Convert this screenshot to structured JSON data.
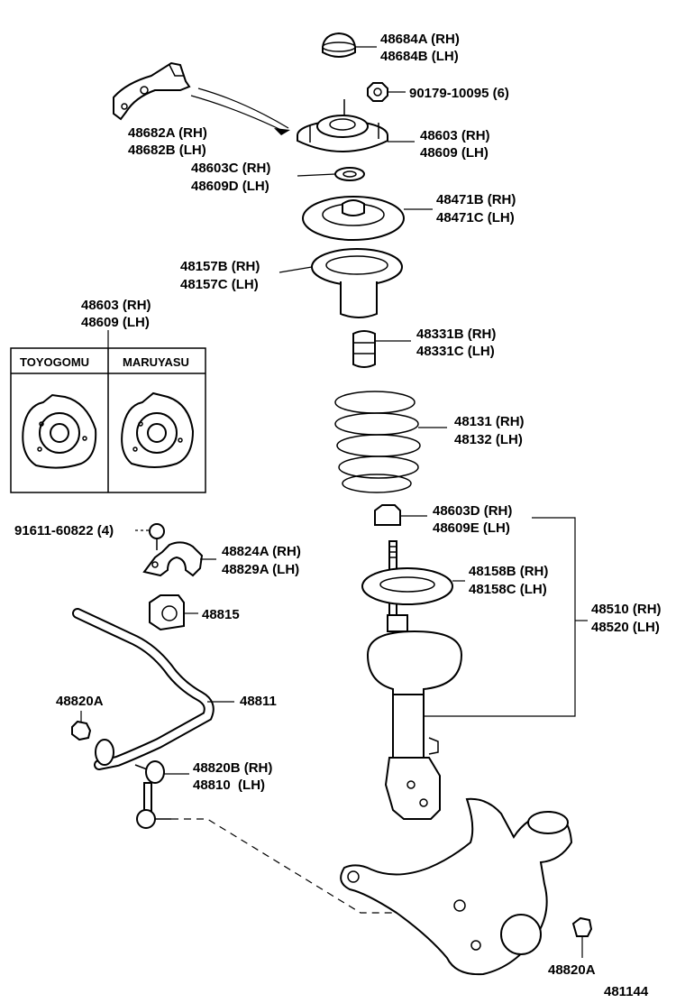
{
  "labels": {
    "mount_cap_rh": "48684A (RH)",
    "mount_cap_lh": "48684B (LH)",
    "nut": "90179-10095 (6)",
    "bracket_rh": "48682A (RH)",
    "bracket_lh": "48682B (LH)",
    "support_rh": "48603 (RH)",
    "support_lh": "48609 (LH)",
    "bearing_rh": "48603C (RH)",
    "bearing_lh": "48609D (LH)",
    "upper_seat_rh": "48471B (RH)",
    "upper_seat_lh": "48471C (LH)",
    "insulator_rh": "48157B (RH)",
    "insulator_lh": "48157C (LH)",
    "inset_part_rh": "48603 (RH)",
    "inset_part_lh": "48609 (LH)",
    "bump_stop_rh": "48331B (RH)",
    "bump_stop_lh": "48331C (LH)",
    "spring_rh": "48131 (RH)",
    "spring_lh": "48132 (LH)",
    "strut_nut_rh": "48603D (RH)",
    "strut_nut_lh": "48609E (LH)",
    "bolt": "91611-60822 (4)",
    "bushing_bracket_rh": "48824A (RH)",
    "bushing_bracket_lh": "48829A (LH)",
    "lower_seat_rh": "48158B (RH)",
    "lower_seat_lh": "48158C (LH)",
    "bushing": "48815",
    "strut_assy_rh": "48510 (RH)",
    "strut_assy_lh": "48520 (LH)",
    "link_nut_upper": "48820A",
    "stabilizer_bar": "48811",
    "link_rh": "48820B (RH)",
    "link_lh": "48810  (LH)",
    "link_nut_lower": "48820A",
    "figure_number": "481144"
  },
  "inset": {
    "left_label": "TOYOGOMU",
    "right_label": "MARUYASU"
  }
}
